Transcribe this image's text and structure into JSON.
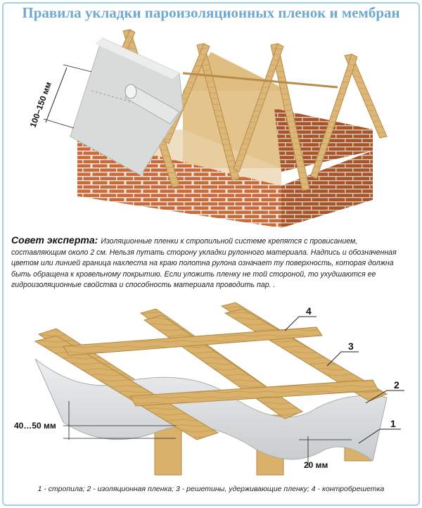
{
  "title": "Правила укладки пароизоляционных пленок и мембран",
  "top_diagram": {
    "overlap_label": "100–150 мм"
  },
  "tip": {
    "heading": "Совет эксперта:",
    "text": "Изоляционные пленки к стропильной системе крепятся с провисанием, составляющим около 2 см. Нельзя путать сторону укладки рулонного материала. Надпись и обозначенная цветом или линией граница нахлеста на краю полотна рулона означает ту поверхность, которая должна быть обращена к кровельному покрытию. Если уложить пленку не той стороной, то ухудшаются ее гидроизоляционные свойства и способность материала проводить пар. ."
  },
  "bottom_diagram": {
    "sag_label": "40…50 мм",
    "gap_label": "20 мм",
    "callouts": [
      "1",
      "2",
      "3",
      "4"
    ]
  },
  "legend": "1 - стропила; 2 - изоляционная пленка; 3 - решетины, удерживающие пленку; 4 - контробрешетка",
  "colors": {
    "title": "#6fa9cf",
    "brick": "#c96a3c",
    "wood": "#d9b16a",
    "membrane": "#d8dadb",
    "frame": "#9fd3ea"
  }
}
